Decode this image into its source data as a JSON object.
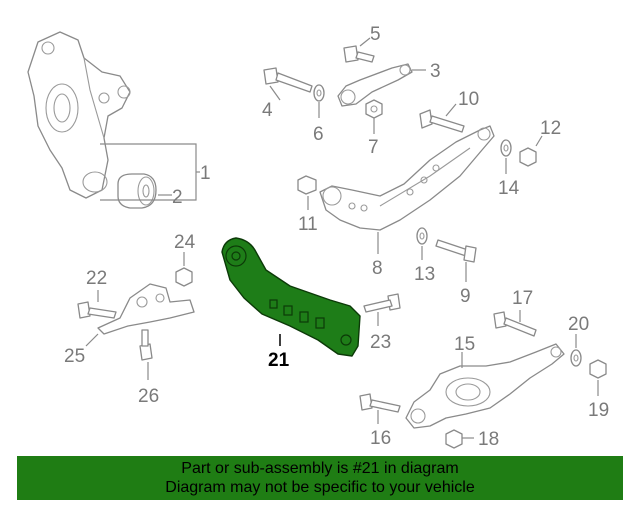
{
  "callouts": [
    {
      "number": "1"
    },
    {
      "number": "2"
    },
    {
      "number": "3"
    },
    {
      "number": "4"
    },
    {
      "number": "5"
    },
    {
      "number": "6"
    },
    {
      "number": "7"
    },
    {
      "number": "8"
    },
    {
      "number": "9"
    },
    {
      "number": "10"
    },
    {
      "number": "11"
    },
    {
      "number": "12"
    },
    {
      "number": "13"
    },
    {
      "number": "14"
    },
    {
      "number": "15"
    },
    {
      "number": "16"
    },
    {
      "number": "17"
    },
    {
      "number": "18"
    },
    {
      "number": "19"
    },
    {
      "number": "20"
    },
    {
      "number": "21"
    },
    {
      "number": "22"
    },
    {
      "number": "24"
    },
    {
      "number": "25"
    },
    {
      "number": "26"
    },
    {
      "number": "23"
    }
  ],
  "highlighted_part": "21",
  "colors": {
    "highlight_fill": "#1e7d18",
    "banner_background": "#1f7d14",
    "line_art": "#8a8a8a"
  },
  "banner": {
    "line1": "Part or sub-assembly is #21 in diagram",
    "line2": "Diagram may not be specific to your vehicle"
  }
}
